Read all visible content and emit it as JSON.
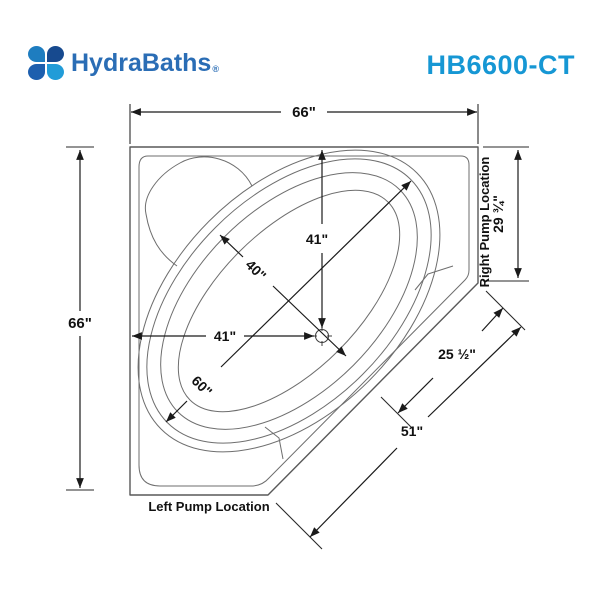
{
  "brand": {
    "name": "HydraBaths",
    "registered": "®",
    "logo_petal_colors": {
      "top_left": "#1e7dc0",
      "top_right": "#174a8f",
      "bottom_left": "#1d5fae",
      "bottom_right": "#219cd8"
    },
    "text_color": "#2a6db5"
  },
  "model": "HB6600-CT",
  "model_color": "#1697d4",
  "dimensions": {
    "overall_width": "66\"",
    "overall_depth": "66\"",
    "center_from_top": "41\"",
    "well_width": "40\"",
    "center_from_left": "41\"",
    "well_length": "60\"",
    "right_side": "29 ¾\"",
    "front_center": "25 ½\"",
    "front_face": "51\""
  },
  "labels": {
    "right_pump": "Right Pump Location",
    "left_pump": "Left Pump Location"
  }
}
